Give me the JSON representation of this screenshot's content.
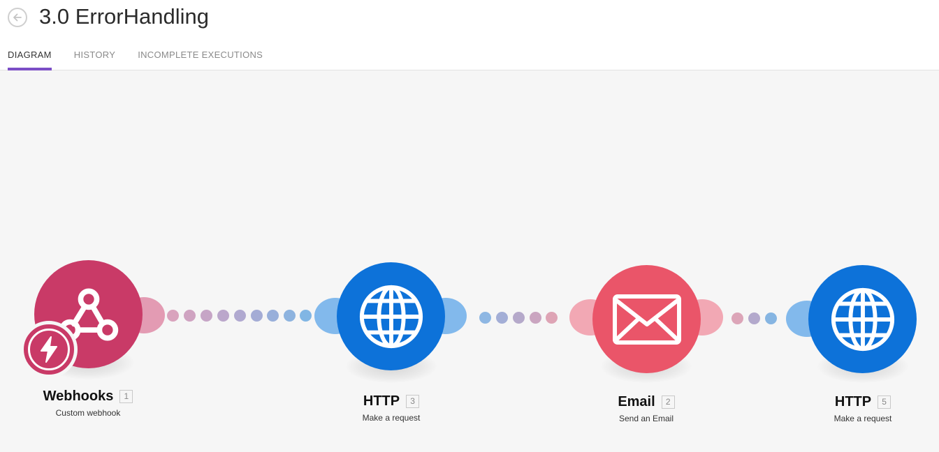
{
  "header": {
    "title": "3.0 ErrorHandling",
    "tabs": [
      {
        "label": "DIAGRAM",
        "active": true
      },
      {
        "label": "HISTORY",
        "active": false
      },
      {
        "label": "INCOMPLETE EXECUTIONS",
        "active": false
      }
    ]
  },
  "modules": [
    {
      "name": "Webhooks",
      "id": "1",
      "action": "Custom webhook",
      "icon": "webhook-icon",
      "color": "#c93a67",
      "trigger_icon": "lightning-bolt-icon"
    },
    {
      "name": "HTTP",
      "id": "3",
      "action": "Make a request",
      "icon": "globe-icon",
      "color": "#0d72d9"
    },
    {
      "name": "Email",
      "id": "2",
      "action": "Send an Email",
      "icon": "envelope-icon",
      "color": "#ea5569"
    },
    {
      "name": "HTTP",
      "id": "5",
      "action": "Make a request",
      "icon": "globe-icon",
      "color": "#0d72d9"
    }
  ],
  "colors": {
    "accent": "#7b4ec6",
    "canvas_bg": "#f6f6f6"
  }
}
